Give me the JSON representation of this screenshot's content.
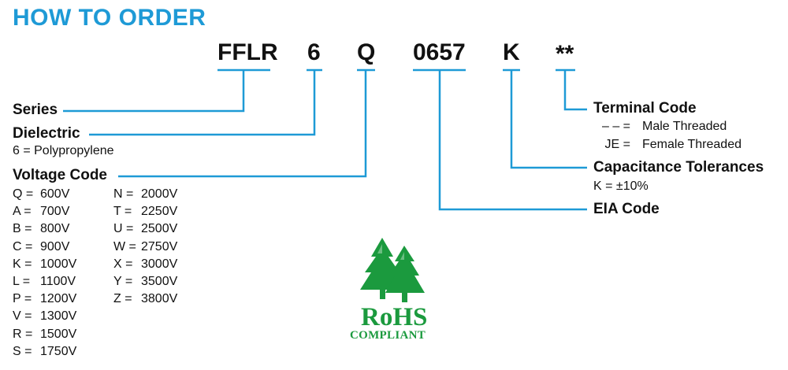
{
  "heading": "HOW TO ORDER",
  "code_parts": [
    "FFLR",
    "6",
    "Q",
    "0657",
    "K",
    "**"
  ],
  "series": {
    "label": "Series"
  },
  "dielectric": {
    "label": "Dielectric",
    "note": "6 = Polypropylene"
  },
  "voltage": {
    "label": "Voltage Code",
    "col1": [
      {
        "k": "Q =",
        "v": "600V"
      },
      {
        "k": "A =",
        "v": "700V"
      },
      {
        "k": "B =",
        "v": "800V"
      },
      {
        "k": "C =",
        "v": "900V"
      },
      {
        "k": "K =",
        "v": "1000V"
      },
      {
        "k": "L =",
        "v": "1100V"
      },
      {
        "k": "P =",
        "v": "1200V"
      },
      {
        "k": "V =",
        "v": "1300V"
      },
      {
        "k": "R =",
        "v": "1500V"
      },
      {
        "k": "S =",
        "v": "1750V"
      }
    ],
    "col2": [
      {
        "k": "N =",
        "v": "2000V"
      },
      {
        "k": "T =",
        "v": "2250V"
      },
      {
        "k": "U =",
        "v": "2500V"
      },
      {
        "k": "W =",
        "v": "2750V"
      },
      {
        "k": "X =",
        "v": "3000V"
      },
      {
        "k": "Y =",
        "v": "3500V"
      },
      {
        "k": "Z =",
        "v": "3800V"
      }
    ]
  },
  "terminal": {
    "label": "Terminal Code",
    "rows": [
      {
        "k": "– – =",
        "v": "Male Threaded"
      },
      {
        "k": "JE =",
        "v": "Female Threaded"
      }
    ]
  },
  "tolerance": {
    "label": "Capacitance Tolerances",
    "note": "K = ±10%"
  },
  "eia": {
    "label": "EIA Code"
  },
  "rohs": {
    "main": "RoHS",
    "sub": "COMPLIANT"
  },
  "colors": {
    "accent": "#1e9ad6",
    "rohs_green": "#1b9a3e"
  }
}
